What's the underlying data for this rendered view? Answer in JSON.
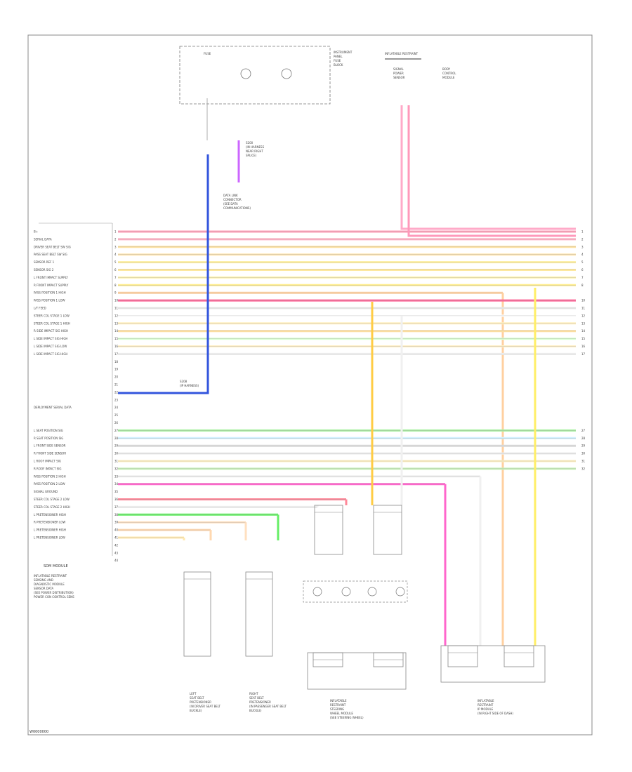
{
  "footer": {
    "code": "W0000000"
  },
  "module": {
    "title": "SDM MODULE",
    "note": [
      "INFLATABLE RESTRAINT",
      "SENSING AND",
      "DIAGNOSTIC MODULE",
      "SENSOR DATA",
      "(SEE POWER DISTRIBUTION)",
      "POWER CON CONTROL SENS"
    ],
    "pin_labels": [
      "B+",
      "SERIAL DATA",
      "DRIVER SEAT BELT SW SIG",
      "PASS SEAT BELT SW SIG",
      "SENSOR REF 1",
      "SENSOR SIG 2",
      "L FRONT IMPACT SUPPLY",
      "R FRONT IMPACT SUPPLY",
      "PASS POSITION 1 HIGH",
      "PASS POSITION 1 LOW",
      "L/T FEED",
      "STEER COL STAGE 1 LOW",
      "STEER COL STAGE 1 HIGH",
      "R SIDE IMPACT SIG HIGH",
      "L SIDE IMPACT SIG HIGH",
      "L SIDE IMPACT SIG LOW",
      "L SIDE IMPACT SIG HIGH",
      "",
      "",
      "",
      "",
      "",
      "",
      "DEPLOYMENT SERIAL DATA",
      "",
      "",
      "L SEAT POSITION SIG",
      "R SEAT POSITION SIG",
      "L FRONT SIDE SENSOR",
      "R FRONT SIDE SENSOR",
      "L ROOF IMPACT SIG",
      "R ROOF IMPACT SIG",
      "PASS POSITION 2 HIGH",
      "PASS POSITION 2 LOW",
      "SIGNAL GROUND",
      "STEER COL STAGE 2 LOW",
      "STEER COL STAGE 2 HIGH",
      "L PRETENSIONER HIGH",
      "R PRETENSIONER LOW",
      "L PRETENSIONER HIGH",
      "L PRETENSIONER LOW",
      "",
      "",
      ""
    ]
  },
  "top_module": {
    "title": "FUSE",
    "note": [
      "INSTRUMENT",
      "PANEL",
      "FUSE",
      "BLOCK"
    ]
  },
  "top_right": {
    "title": "INFLATABLE RESTRAINT",
    "note": [
      "SIGNAL",
      "POWER",
      "SENSOR",
      "BODY",
      "CONTROL",
      "MODULE"
    ]
  },
  "connector_note": {
    "text": [
      "DATA LINK",
      "CONNECTOR",
      "(SEE DATA",
      "COMMUNICATIONS)"
    ]
  },
  "splice_note": {
    "text": [
      "S200",
      "(IN HARNESS",
      "NEAR RIGHT",
      "SPLICE)"
    ]
  },
  "mid_splice": {
    "text": [
      "S208",
      "(IP HARNESS)"
    ]
  },
  "devices": [
    {
      "id": "driver-belt",
      "labels": [
        "LEFT",
        "SEAT BELT",
        "PRETENSIONER",
        "(IN DRIVER SEAT BELT",
        "BUCKLE)"
      ]
    },
    {
      "id": "pass-belt",
      "labels": [
        "RIGHT",
        "SEAT BELT",
        "PRETENSIONER",
        "(IN PASSENGER SEAT BELT",
        "BUCKLE)"
      ]
    },
    {
      "id": "steering",
      "labels": [
        "INFLATABLE",
        "RESTRAINT",
        "STEERING",
        "WHEEL MODULE",
        "(SEE STEERING WHEEL)"
      ]
    },
    {
      "id": "ip",
      "labels": [
        "INFLATABLE",
        "RESTRAINT",
        "IP MODULE",
        "(IN RIGHT SIDE OF DASH)"
      ]
    }
  ]
}
